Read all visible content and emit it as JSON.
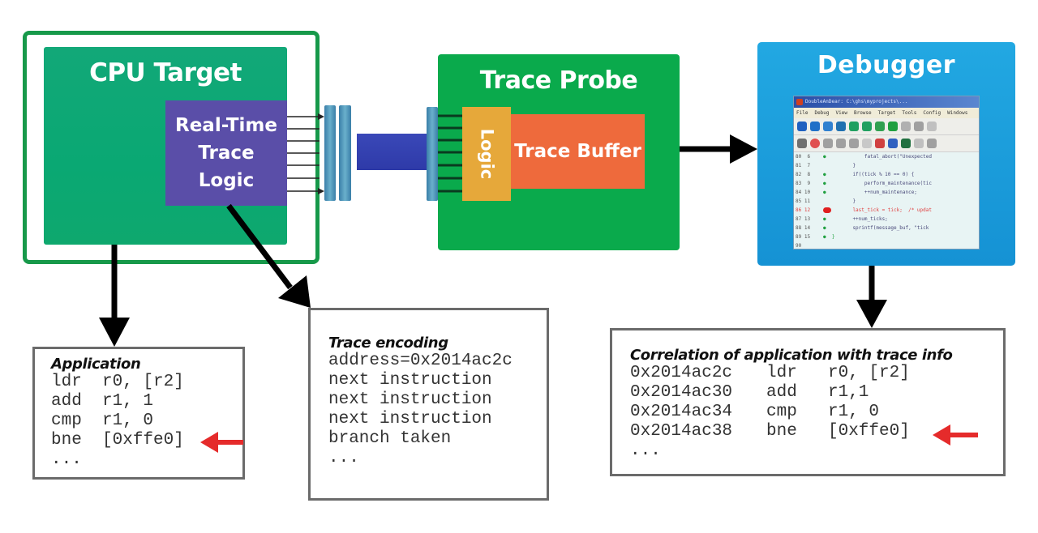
{
  "cpu_target": {
    "title": "CPU Target",
    "trace_logic": {
      "lines": [
        "Real-Time",
        "Trace",
        "Logic"
      ]
    }
  },
  "trace_probe": {
    "title": "Trace Probe",
    "logic_label": "Logic",
    "buffer_label": "Trace Buffer"
  },
  "debugger": {
    "title": "Debugger",
    "window": {
      "title": "DoubleAnDear: C:\\ghs\\myprojects\\...",
      "menu": [
        "File",
        "Debug",
        "View",
        "Browse",
        "Target",
        "Tools",
        "Config",
        "Windows"
      ],
      "toolbar1_icons": [
        "back-icon",
        "step-back-icon",
        "swap-icon",
        "return-icon",
        "step-icon",
        "next-icon",
        "step-into-icon",
        "run-icon",
        "stop-icon",
        "restart-icon",
        "misc-icon"
      ],
      "toolbar2_icons": [
        "book-icon",
        "record-icon",
        "zoom-icon",
        "zoom-icon",
        "zoom-icon",
        "misc-icon",
        "tool-icon",
        "chart-icon",
        "trace-icon",
        "misc-icon",
        "gear-icon"
      ],
      "code_lines": [
        {
          "ln": "80  6",
          "marker": "●",
          "code": "        fatal_abort(\"Unexpected",
          "current": false
        },
        {
          "ln": "81  7",
          "marker": "",
          "code": "    }",
          "current": false
        },
        {
          "ln": "82  8",
          "marker": "●",
          "code": "    if((tick % 10 == 0) {",
          "current": false
        },
        {
          "ln": "83  9",
          "marker": "●",
          "code": "        perform_maintenance(tic",
          "current": false
        },
        {
          "ln": "84 10",
          "marker": "●",
          "code": "        ++num_maintenance;",
          "current": false
        },
        {
          "ln": "85 11",
          "marker": "",
          "code": "    }",
          "current": false
        },
        {
          "ln": "86 12",
          "marker": "",
          "code": "    last_tick = tick;  /* updat",
          "current": true
        },
        {
          "ln": "87 13",
          "marker": "●",
          "code": "    ++num_ticks;",
          "current": false
        },
        {
          "ln": "88 14",
          "marker": "●",
          "code": "    sprintf(message_buf, \"tick",
          "current": false
        },
        {
          "ln": "89 15",
          "marker": "●  }",
          "code": "",
          "current": false
        },
        {
          "ln": "90",
          "marker": "",
          "code": "",
          "current": false
        }
      ]
    }
  },
  "application_box": {
    "title": "Application",
    "lines": [
      "ldr  r0, [r2]",
      "add  r1, 1",
      "cmp  r1, 0",
      "bne  [0xffe0]",
      "..."
    ],
    "highlight_index": 3
  },
  "trace_encoding_box": {
    "title": "Trace encoding",
    "lines": [
      "address=0x2014ac2c",
      "next instruction",
      "next instruction",
      "next instruction",
      "branch taken",
      "..."
    ]
  },
  "correlation_box": {
    "title": "Correlation of application with trace info",
    "rows": [
      {
        "addr": "0x2014ac2c",
        "op": "ldr",
        "args": "r0, [r2]"
      },
      {
        "addr": "0x2014ac30",
        "op": "add",
        "args": "r1,1"
      },
      {
        "addr": "0x2014ac34",
        "op": "cmp",
        "args": "r1, 0"
      },
      {
        "addr": "0x2014ac38",
        "op": "bne",
        "args": "[0xffe0]"
      }
    ],
    "ellipsis": "...",
    "highlight_index": 3
  },
  "colors": {
    "cpu_green": "#0aa873",
    "frame_green": "#17994a",
    "trace_logic_purple": "#5a4ea8",
    "probe_green": "#0aaa4c",
    "logic_orange": "#e6a83a",
    "buffer_orange": "#ee6a3c",
    "debugger_blue": "#1a9ee0",
    "highlight_arrow_red": "#e52b2b"
  }
}
